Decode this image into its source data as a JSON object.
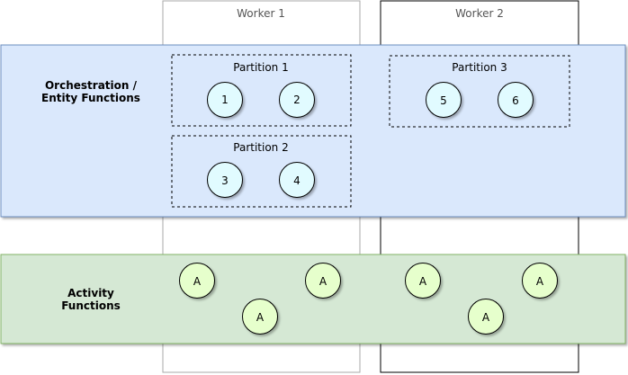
{
  "workers": [
    {
      "label": "Worker 1"
    },
    {
      "label": "Worker 2"
    }
  ],
  "orchestration_band": {
    "label_line1": "Orchestration /",
    "label_line2": "Entity Functions",
    "fill_color": "#dae8fc",
    "stroke_color": "#6c8ebf"
  },
  "activity_band": {
    "label_line1": "Activity",
    "label_line2": "Functions",
    "fill_color": "#d5e8d4",
    "stroke_color": "#82b366"
  },
  "partitions": [
    {
      "label": "Partition 1",
      "nodes": [
        "1",
        "2"
      ]
    },
    {
      "label": "Partition 2",
      "nodes": [
        "3",
        "4"
      ]
    },
    {
      "label": "Partition 3",
      "nodes": [
        "5",
        "6"
      ]
    }
  ],
  "orchestration_node_color": "#e1fbff",
  "activity_node_color": "#e6ffcc",
  "activity_nodes": [
    "A",
    "A",
    "A",
    "A",
    "A",
    "A"
  ]
}
